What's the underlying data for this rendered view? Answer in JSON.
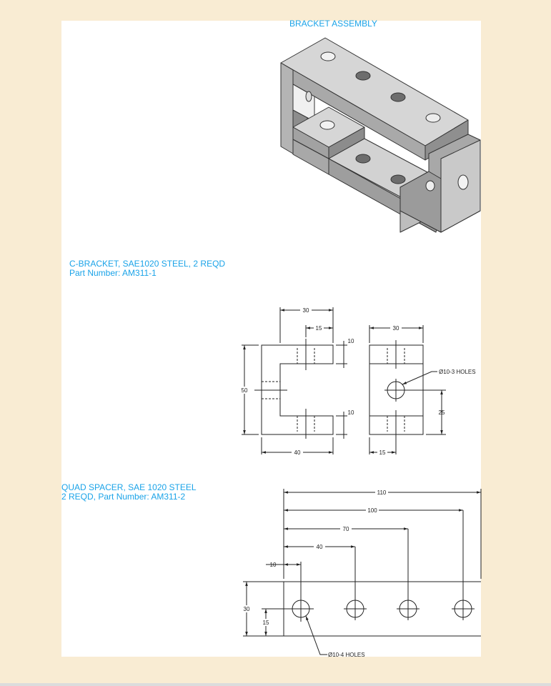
{
  "colors": {
    "accent_text": "#1aa3e8",
    "line": "#222222",
    "sheet": "#ffffff",
    "background": "#f9ecd3"
  },
  "assembly": {
    "title": "BRACKET ASSEMBLY"
  },
  "c_bracket": {
    "title_line1": "C-BRACKET, SAE1020 STEEL, 2 REQD",
    "title_line2": "Part Number: AM311-1",
    "dims": {
      "width_top": "30",
      "slot": "15",
      "flange_top": "10",
      "height": "50",
      "flange_bottom": "10",
      "width_bottom": "40",
      "side_width": "30",
      "hole_note": "Ø10-3 HOLES",
      "hole_height": "25",
      "hole_offset": "15"
    }
  },
  "quad_spacer": {
    "title_line1": "QUAD SPACER, SAE 1020 STEEL",
    "title_line2": "2 REQD, Part Number: AM311-2",
    "dims": {
      "length": "110",
      "hole4": "100",
      "hole3": "70",
      "hole2": "40",
      "hole1": "10",
      "height": "30",
      "hole_height": "15",
      "hole_note": "Ø10-4 HOLES"
    }
  }
}
